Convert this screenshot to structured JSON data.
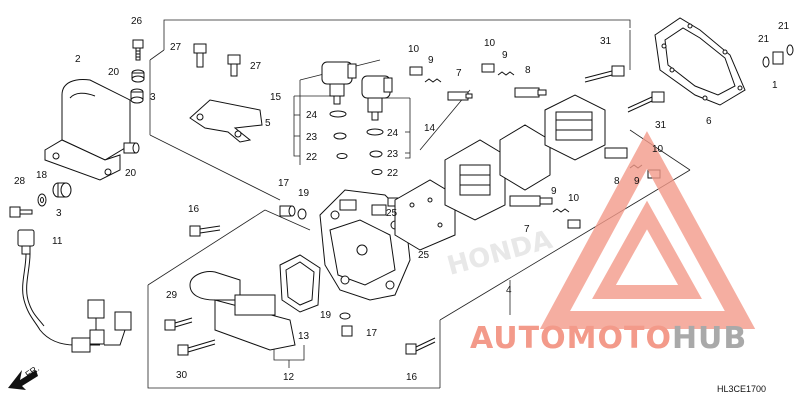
{
  "diagram_code": "HL3CE1700",
  "front_marker": "FR.",
  "watermark": {
    "part1": "AUTOMOTO",
    "part2": "HUB",
    "color_primary": "#f39a8a",
    "color_secondary": "#a9a9a9",
    "faint_brand": "HONDA"
  },
  "callouts": [
    {
      "id": "c26",
      "text": "26"
    },
    {
      "id": "c2",
      "text": "2"
    },
    {
      "id": "c20a",
      "text": "20"
    },
    {
      "id": "c3a",
      "text": "3"
    },
    {
      "id": "c27a",
      "text": "27"
    },
    {
      "id": "c27b",
      "text": "27"
    },
    {
      "id": "c5",
      "text": "5"
    },
    {
      "id": "c15",
      "text": "15"
    },
    {
      "id": "c24a",
      "text": "24"
    },
    {
      "id": "c23a",
      "text": "23"
    },
    {
      "id": "c22a",
      "text": "22"
    },
    {
      "id": "c14",
      "text": "14"
    },
    {
      "id": "c24b",
      "text": "24"
    },
    {
      "id": "c23b",
      "text": "23"
    },
    {
      "id": "c22b",
      "text": "22"
    },
    {
      "id": "c10a",
      "text": "10"
    },
    {
      "id": "c9a",
      "text": "9"
    },
    {
      "id": "c10b",
      "text": "10"
    },
    {
      "id": "c9b",
      "text": "9"
    },
    {
      "id": "c7a",
      "text": "7"
    },
    {
      "id": "c8a",
      "text": "8"
    },
    {
      "id": "c31a",
      "text": "31"
    },
    {
      "id": "c31b",
      "text": "31"
    },
    {
      "id": "c21a",
      "text": "21"
    },
    {
      "id": "c21b",
      "text": "21"
    },
    {
      "id": "c1",
      "text": "1"
    },
    {
      "id": "c6",
      "text": "6"
    },
    {
      "id": "c20b",
      "text": "20"
    },
    {
      "id": "c28",
      "text": "28"
    },
    {
      "id": "c18",
      "text": "18"
    },
    {
      "id": "c3b",
      "text": "3"
    },
    {
      "id": "c11",
      "text": "11"
    },
    {
      "id": "c17a",
      "text": "17"
    },
    {
      "id": "c19a",
      "text": "19"
    },
    {
      "id": "c16a",
      "text": "16"
    },
    {
      "id": "c25a",
      "text": "25"
    },
    {
      "id": "c25b",
      "text": "25"
    },
    {
      "id": "c8b",
      "text": "8"
    },
    {
      "id": "c9c",
      "text": "9"
    },
    {
      "id": "c10c",
      "text": "10"
    },
    {
      "id": "c9d",
      "text": "9"
    },
    {
      "id": "c10d",
      "text": "10"
    },
    {
      "id": "c7b",
      "text": "7"
    },
    {
      "id": "c4",
      "text": "4"
    },
    {
      "id": "c29",
      "text": "29"
    },
    {
      "id": "c13",
      "text": "13"
    },
    {
      "id": "c12",
      "text": "12"
    },
    {
      "id": "c30",
      "text": "30"
    },
    {
      "id": "c19b",
      "text": "19"
    },
    {
      "id": "c17b",
      "text": "17"
    },
    {
      "id": "c16b",
      "text": "16"
    }
  ]
}
